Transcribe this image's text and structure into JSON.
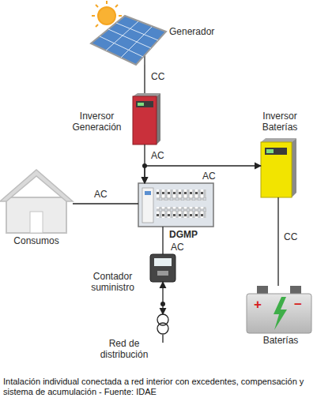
{
  "diagram": {
    "caption": "Intalación individual conectada a red interior con excedentes, compensación y sistema de acumulación - Fuente: IDAE",
    "nodes": [
      {
        "text": [
          "Generador"
        ]
      },
      {
        "text": [
          "Inversor Generación"
        ]
      },
      {
        "text": [
          "Inversor Baterías"
        ]
      },
      {
        "text": [
          "Consumos"
        ]
      },
      {
        "text": [
          "DGMP"
        ]
      },
      {
        "text": [
          "Contador suministro"
        ]
      },
      {
        "text": [
          "Red de distribución"
        ]
      },
      {
        "text": [
          "Baterías"
        ]
      }
    ],
    "edges": [
      {
        "from": 0,
        "to": 1,
        "label": "CC",
        "arrow": "none"
      },
      {
        "from": 1,
        "to": 4,
        "label": "AC",
        "arrow": "to"
      },
      {
        "from": 2,
        "to": 4,
        "label": "AC",
        "arrow": "both"
      },
      {
        "from": 4,
        "to": 3,
        "label": "AC",
        "arrow": "none"
      },
      {
        "from": 4,
        "to": 5,
        "label": "AC",
        "arrow": "none"
      },
      {
        "from": 5,
        "to": 6,
        "arrow": "both"
      },
      {
        "from": 7,
        "to": 2,
        "label": "CC",
        "arrow": "none"
      }
    ],
    "labels": [
      "+",
      "−"
    ]
  }
}
